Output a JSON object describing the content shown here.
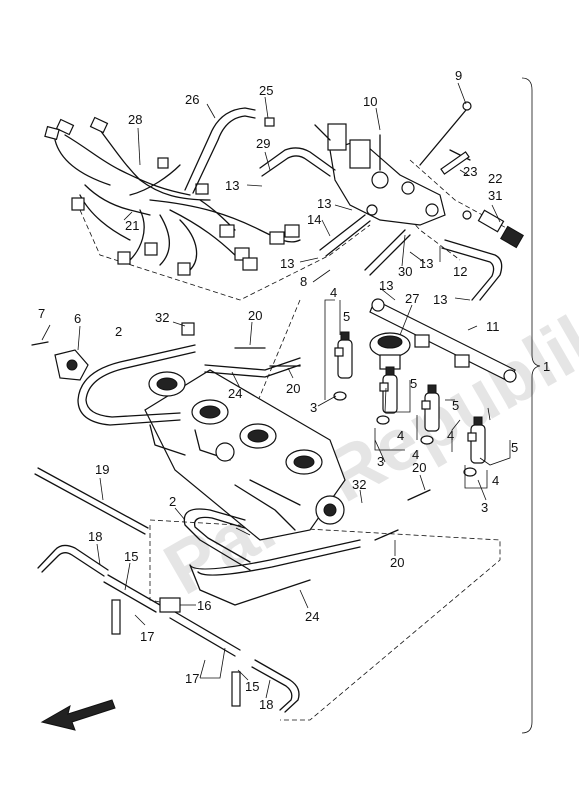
{
  "watermark": "PartsRepublik",
  "callouts": {
    "c1": "1",
    "c2a": "2",
    "c2b": "2",
    "c3a": "3",
    "c3b": "3",
    "c3c": "3",
    "c4a": "4",
    "c4b": "4",
    "c4c": "4",
    "c4d": "4",
    "c4e": "4",
    "c5a": "5",
    "c5b": "5",
    "c5c": "5",
    "c5d": "5",
    "c6": "6",
    "c7": "7",
    "c8": "8",
    "c9": "9",
    "c10": "10",
    "c11": "11",
    "c12": "12",
    "c13a": "13",
    "c13b": "13",
    "c13c": "13",
    "c13d": "13",
    "c13e": "13",
    "c13f": "13",
    "c14": "14",
    "c15a": "15",
    "c15b": "15",
    "c16": "16",
    "c17a": "17",
    "c17b": "17",
    "c18a": "18",
    "c18b": "18",
    "c19": "19",
    "c20a": "20",
    "c20b": "20",
    "c20c": "20",
    "c20d": "20",
    "c21": "21",
    "c22": "22",
    "c23": "23",
    "c24a": "24",
    "c24b": "24",
    "c25": "25",
    "c26": "26",
    "c27": "27",
    "c28": "28",
    "c29": "29",
    "c30": "30",
    "c31": "31",
    "c32a": "32",
    "c32b": "32"
  }
}
